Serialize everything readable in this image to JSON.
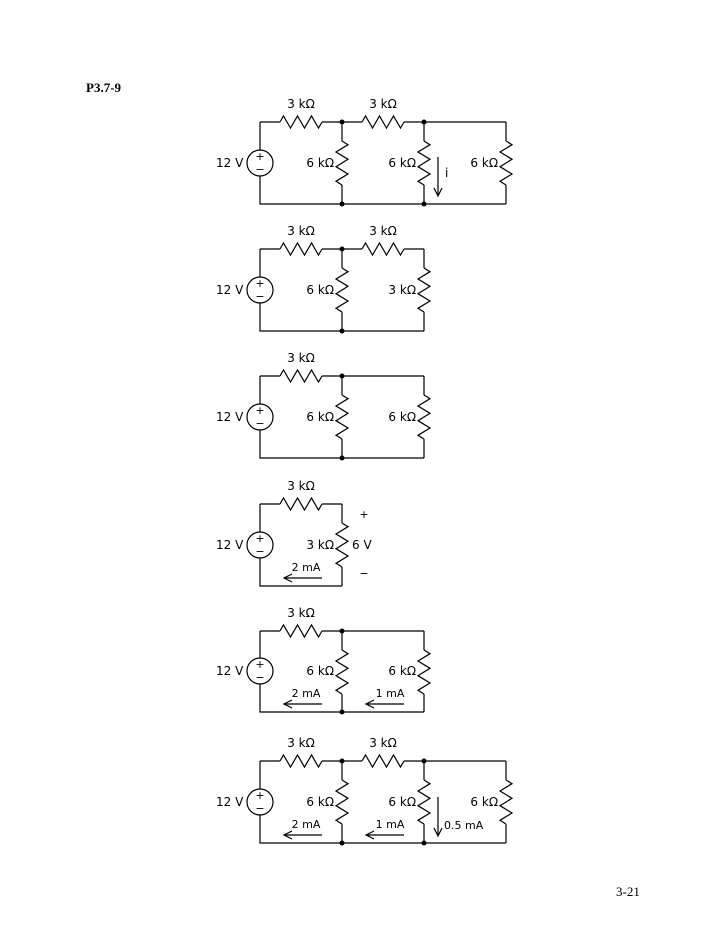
{
  "problem_label": "P3.7-9",
  "page_number": "3-21",
  "source_label": "12 V",
  "plus": "+",
  "minus": "−",
  "circuits": [
    {
      "r_series": [
        "3 kΩ",
        "3 kΩ"
      ],
      "r_shunt": [
        "6 kΩ",
        "6 kΩ",
        "6 kΩ"
      ],
      "current_label": "i"
    },
    {
      "r_series": [
        "3 kΩ",
        "3 kΩ"
      ],
      "r_shunt": [
        "6 kΩ",
        "3 kΩ"
      ]
    },
    {
      "r_series": [
        "3 kΩ"
      ],
      "r_shunt": [
        "6 kΩ",
        "6 kΩ"
      ]
    },
    {
      "r_series": [
        "3 kΩ"
      ],
      "r_shunt": [
        "3 kΩ"
      ],
      "voltage_label": "6 V",
      "v_plus": "+",
      "v_minus": "−",
      "current_label": "2 mA"
    },
    {
      "r_series": [
        "3 kΩ"
      ],
      "r_shunt": [
        "6 kΩ",
        "6 kΩ"
      ],
      "current_labels": [
        "2 mA",
        "1 mA"
      ]
    },
    {
      "r_series": [
        "3 kΩ",
        "3 kΩ"
      ],
      "r_shunt": [
        "6 kΩ",
        "6 kΩ",
        "6 kΩ"
      ],
      "current_labels": [
        "2 mA",
        "1 mA",
        "0.5 mA"
      ]
    }
  ]
}
